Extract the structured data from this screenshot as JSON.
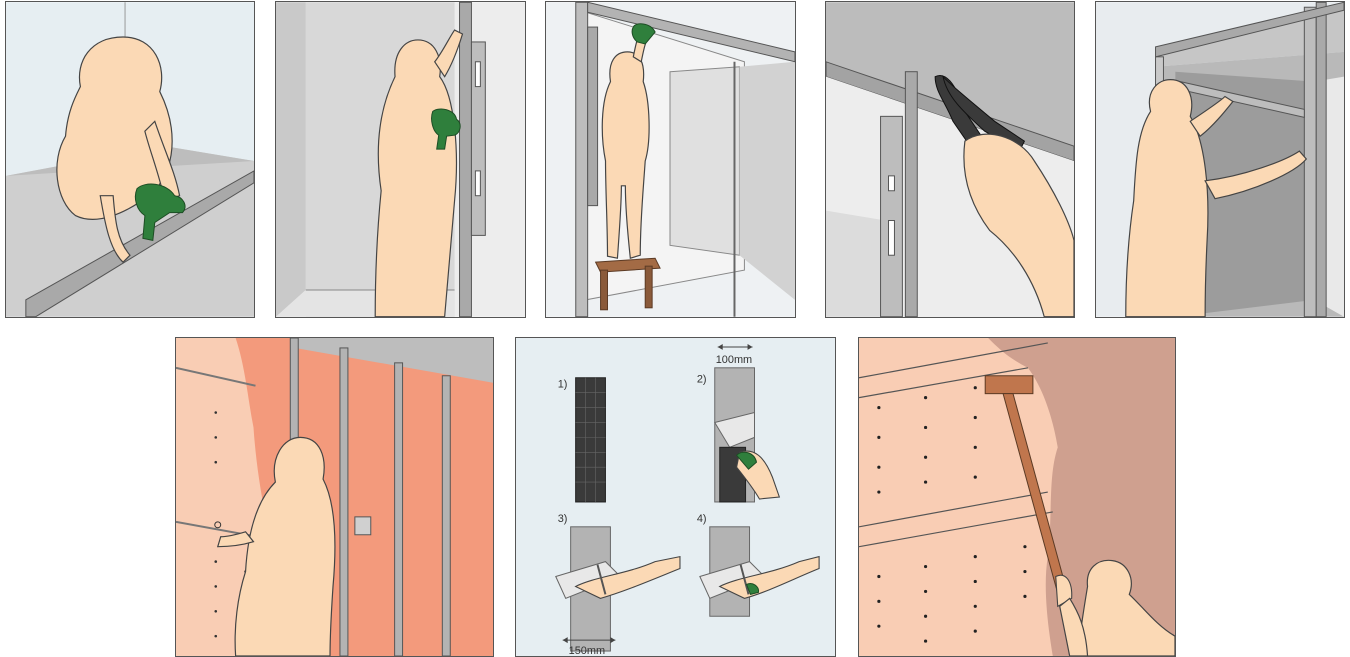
{
  "colors": {
    "skin": "#fbd9b5",
    "tool_green": "#2f7f3c",
    "wall_gray": "#d6d6d6",
    "sky": "#e6eef2",
    "board_pink": "#f9cdb4",
    "board_salmon": "#f39a7c",
    "wall_brown": "#cfa08f",
    "hammer_brown": "#c0764d"
  },
  "steps": [
    {
      "id": "step-1",
      "icon": "drill-floor-track-icon"
    },
    {
      "id": "step-2",
      "icon": "drill-wall-stud-icon"
    },
    {
      "id": "step-3",
      "icon": "ceiling-track-stool-icon"
    },
    {
      "id": "step-4",
      "icon": "crimper-tool-icon"
    },
    {
      "id": "step-5",
      "icon": "insert-stud-icon"
    },
    {
      "id": "step-6",
      "icon": "screw-boards-icon"
    },
    {
      "id": "step-7",
      "icon": "tape-joint-icon"
    },
    {
      "id": "step-8",
      "icon": "hammer-wall-icon"
    }
  ],
  "tape_detail": {
    "labels": [
      "1)",
      "2)",
      "3)",
      "4)"
    ],
    "dim_top": "100mm",
    "dim_bottom": "150mm"
  }
}
